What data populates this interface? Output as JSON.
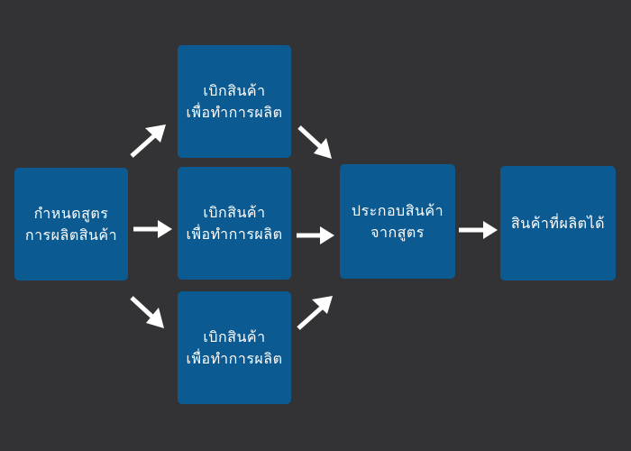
{
  "diagram": {
    "nodes": {
      "define": {
        "line1": "กำหนดสูตร",
        "line2": "การผลิตสินค้า"
      },
      "top": {
        "line1": "เบิกสินค้า",
        "line2": "เพื่อทำการผลิต"
      },
      "mid": {
        "line1": "เบิกสินค้า",
        "line2": "เพื่อทำการผลิต"
      },
      "bot": {
        "line1": "เบิกสินค้า",
        "line2": "เพื่อทำการผลิต"
      },
      "assemble": {
        "line1": "ประกอบสินค้า",
        "line2": "จากสูตร"
      },
      "product": {
        "line1": "สินค้าที่ผลิตได้"
      }
    },
    "colors": {
      "background": "#333335",
      "node": "#0b5a92",
      "arrow": "#ffffff"
    }
  }
}
